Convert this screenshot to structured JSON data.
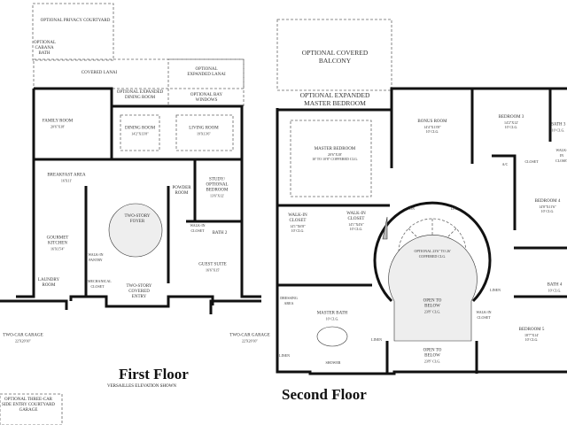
{
  "first_floor": {
    "title": "First Floor",
    "subtitle": "VERSAILLES ELEVATION SHOWN",
    "rooms": {
      "privacy_courtyard": "OPTIONAL PRIVACY COURTYARD",
      "cabana_bath": "OPTIONAL CABANA BATH",
      "covered_lanai": "COVERED LANAI",
      "expanded_lanai": "OPTIONAL EXPANDED LANAI",
      "expanded_dining": "OPTIONAL EXPANDED DINING ROOM",
      "bay_windows": "OPTIONAL BAY WINDOWS",
      "family_room": {
        "name": "FAMILY ROOM",
        "dim": "20'6\"X18'"
      },
      "dining_room": {
        "name": "DINING ROOM",
        "dim": "14'2\"X13'8\""
      },
      "living_room": {
        "name": "LIVING ROOM",
        "dim": "19'X13'6\""
      },
      "breakfast_area": {
        "name": "BREAKFAST AREA",
        "dim": "16'X11'"
      },
      "study": {
        "name": "STUDY/ OPTIONAL BEDROOM",
        "dim": "13'6\"X12'"
      },
      "powder_room": "POWDER ROOM",
      "foyer": "TWO-STORY FOYER",
      "kitchen": {
        "name": "GOURMET KITCHEN",
        "dim": "16'X15'4\""
      },
      "walkin_pantry": "WALK-IN PANTRY",
      "walkin_closet": "WALK-IN CLOSET",
      "bath_2": "BATH 2",
      "laundry": "LAUNDRY ROOM",
      "guest_suite": {
        "name": "GUEST SUITE",
        "dim": "16'6\"X15'"
      },
      "covered_entry": "TWO-STORY COVERED ENTRY",
      "mechanical": "MECHANICAL CLOSET",
      "garage_left": {
        "name": "TWO-CAR GARAGE",
        "dim": "22'X20'10\""
      },
      "garage_right": {
        "name": "TWO-CAR GARAGE",
        "dim": "22'X20'10\""
      },
      "side_entry_garage": "OPTIONAL THREE-CAR SIDE ENTRY COURTYARD GARAGE"
    }
  },
  "second_floor": {
    "title": "Second Floor",
    "rooms": {
      "covered_balcony": "OPTIONAL COVERED BALCONY",
      "expanded_master": "OPTIONAL EXPANDED MASTER BEDROOM",
      "master_bedroom": {
        "name": "MASTER BEDROOM",
        "dim": "20'6\"X18'",
        "note": "10' TO 10'8\" COFFERED CLG."
      },
      "bonus_room": {
        "name": "BONUS ROOM",
        "dim": "14'4\"X13'8\"",
        "note": "10' CLG."
      },
      "bedroom_3": {
        "name": "BEDROOM 3",
        "dim": "14'2\"X12'",
        "note": "10' CLG."
      },
      "bath_3": {
        "name": "BATH 3",
        "note": "10' CLG."
      },
      "closet": "CLOSET",
      "ac": "A/C",
      "walkin_closet_br3": "WALK-IN CLOSET",
      "bedroom_4": {
        "name": "BEDROOM 4",
        "dim": "14'8\"X11'6\"",
        "note": "10' CLG."
      },
      "walkin_closet_1": {
        "name": "WALK-IN CLOSET",
        "dim": "14'1\"X6'8\"",
        "note": "10' CLG."
      },
      "walkin_closet_2": {
        "name": "WALK-IN CLOSET",
        "dim": "14'1\"X4'6\"",
        "note": "10' CLG."
      },
      "coffered": "OPTIONAL 23'6\" TO 26' COFFERED CLG.",
      "dn_left": "DN",
      "dn_right": "DN",
      "dressing_area": "DRESSING AREA",
      "master_bath": {
        "name": "MASTER BATH",
        "note": "10' CLG."
      },
      "linen_1": "LINEN",
      "linen_2": "LINEN",
      "linen_3": "LINEN",
      "shower": "SHOWER",
      "open_below_1": {
        "name": "OPEN TO BELOW",
        "note": "23'8\" CLG."
      },
      "open_below_2": {
        "name": "OPEN TO BELOW",
        "note": "23'8\" CLG."
      },
      "walkin_closet_br5": "WALK-IN CLOSET",
      "bath_4": {
        "name": "BATH 4",
        "note": "10' CLG."
      },
      "bedroom_5": {
        "name": "BEDROOM 5",
        "dim": "18'7\"X14'",
        "note": "10' CLG."
      }
    }
  }
}
